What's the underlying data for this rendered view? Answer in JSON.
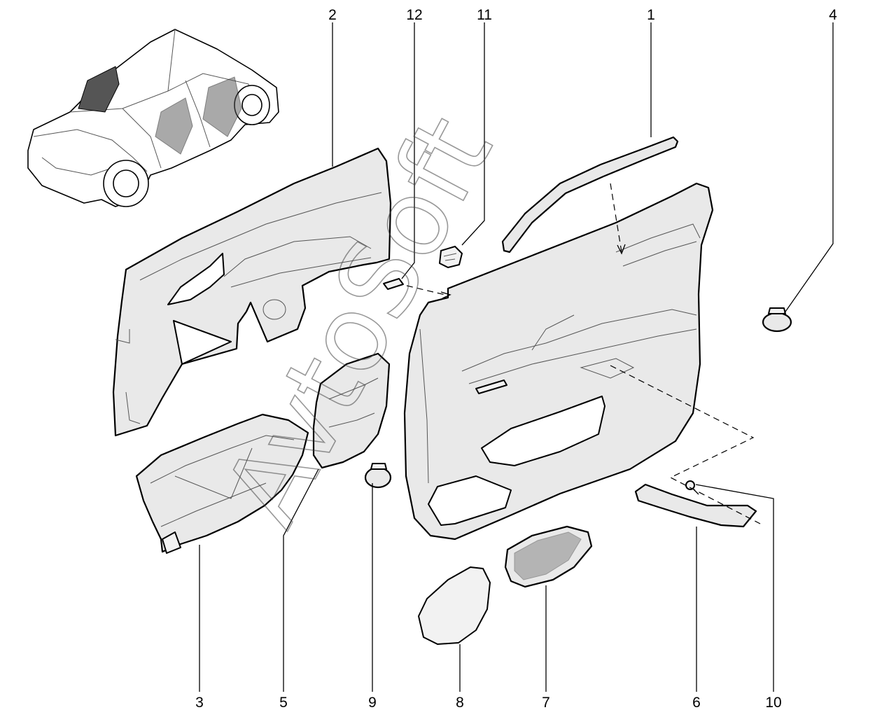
{
  "watermark": "AvtoSoft",
  "callouts": [
    {
      "id": "c1",
      "label": "1"
    },
    {
      "id": "c2",
      "label": "2"
    },
    {
      "id": "c3",
      "label": "3"
    },
    {
      "id": "c4",
      "label": "4"
    },
    {
      "id": "c5",
      "label": "5"
    },
    {
      "id": "c6",
      "label": "6"
    },
    {
      "id": "c7",
      "label": "7"
    },
    {
      "id": "c8",
      "label": "8"
    },
    {
      "id": "c9",
      "label": "9"
    },
    {
      "id": "c10",
      "label": "10"
    },
    {
      "id": "c11",
      "label": "11"
    },
    {
      "id": "c12",
      "label": "12"
    }
  ]
}
